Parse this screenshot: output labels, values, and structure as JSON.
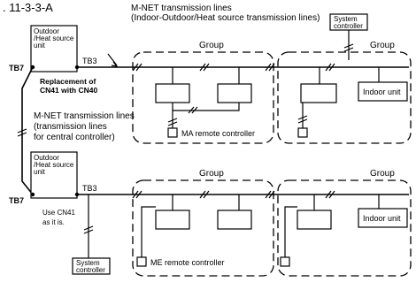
{
  "figure_label": ". 11-3-3-A",
  "mnet_line_title": [
    "M-NET transmission lines",
    "(Indoor-Outdoor/Heat source transmission lines)"
  ],
  "outdoor_unit_label": [
    "Outdoor",
    "/Heat source",
    "unit"
  ],
  "tb7_label": "TB7",
  "tb3_label": "TB3",
  "replacement_note": [
    "Replacement of",
    "CN41 with CN40"
  ],
  "central_line_note": [
    "M-NET transmission lines",
    "(transmission lines",
    "for central controller)"
  ],
  "use_cn41_note": [
    "Use CN41",
    "as it is."
  ],
  "system_controller_label": [
    "System",
    "controller"
  ],
  "group_label": "Group",
  "indoor_unit_label": "Indoor unit",
  "ma_remote_label": "MA remote controller",
  "me_remote_label": "ME remote controller"
}
